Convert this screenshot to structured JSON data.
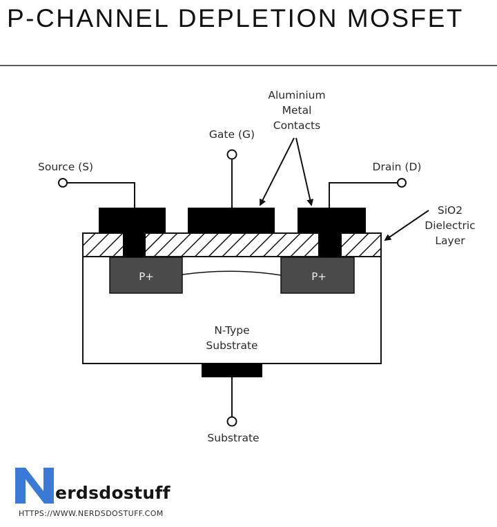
{
  "header": {
    "title": "P-CHANNEL DEPLETION MOSFET"
  },
  "diagram": {
    "labels": {
      "source": "Source (S)",
      "gate": "Gate (G)",
      "drain": "Drain (D)",
      "metal_contacts": [
        "Aluminium",
        "Metal",
        "Contacts"
      ],
      "dielectric": [
        "SiO2",
        "Dielectric",
        "Layer"
      ],
      "p_plus_left": "P+",
      "p_plus_right": "P+",
      "substrate_region": [
        "N-Type",
        "Substrate"
      ],
      "substrate_terminal": "Substrate"
    },
    "colors": {
      "metal": "#000000",
      "p_region": "#4a4a4a",
      "line": "#111111",
      "hatch": "#111111"
    }
  },
  "branding": {
    "logo_letter": "N",
    "logo_rest": "erdsdostuff",
    "url": "HTTPS://WWW.NERDSDOSTUFF.COM",
    "accent": "#3a7ad6"
  }
}
